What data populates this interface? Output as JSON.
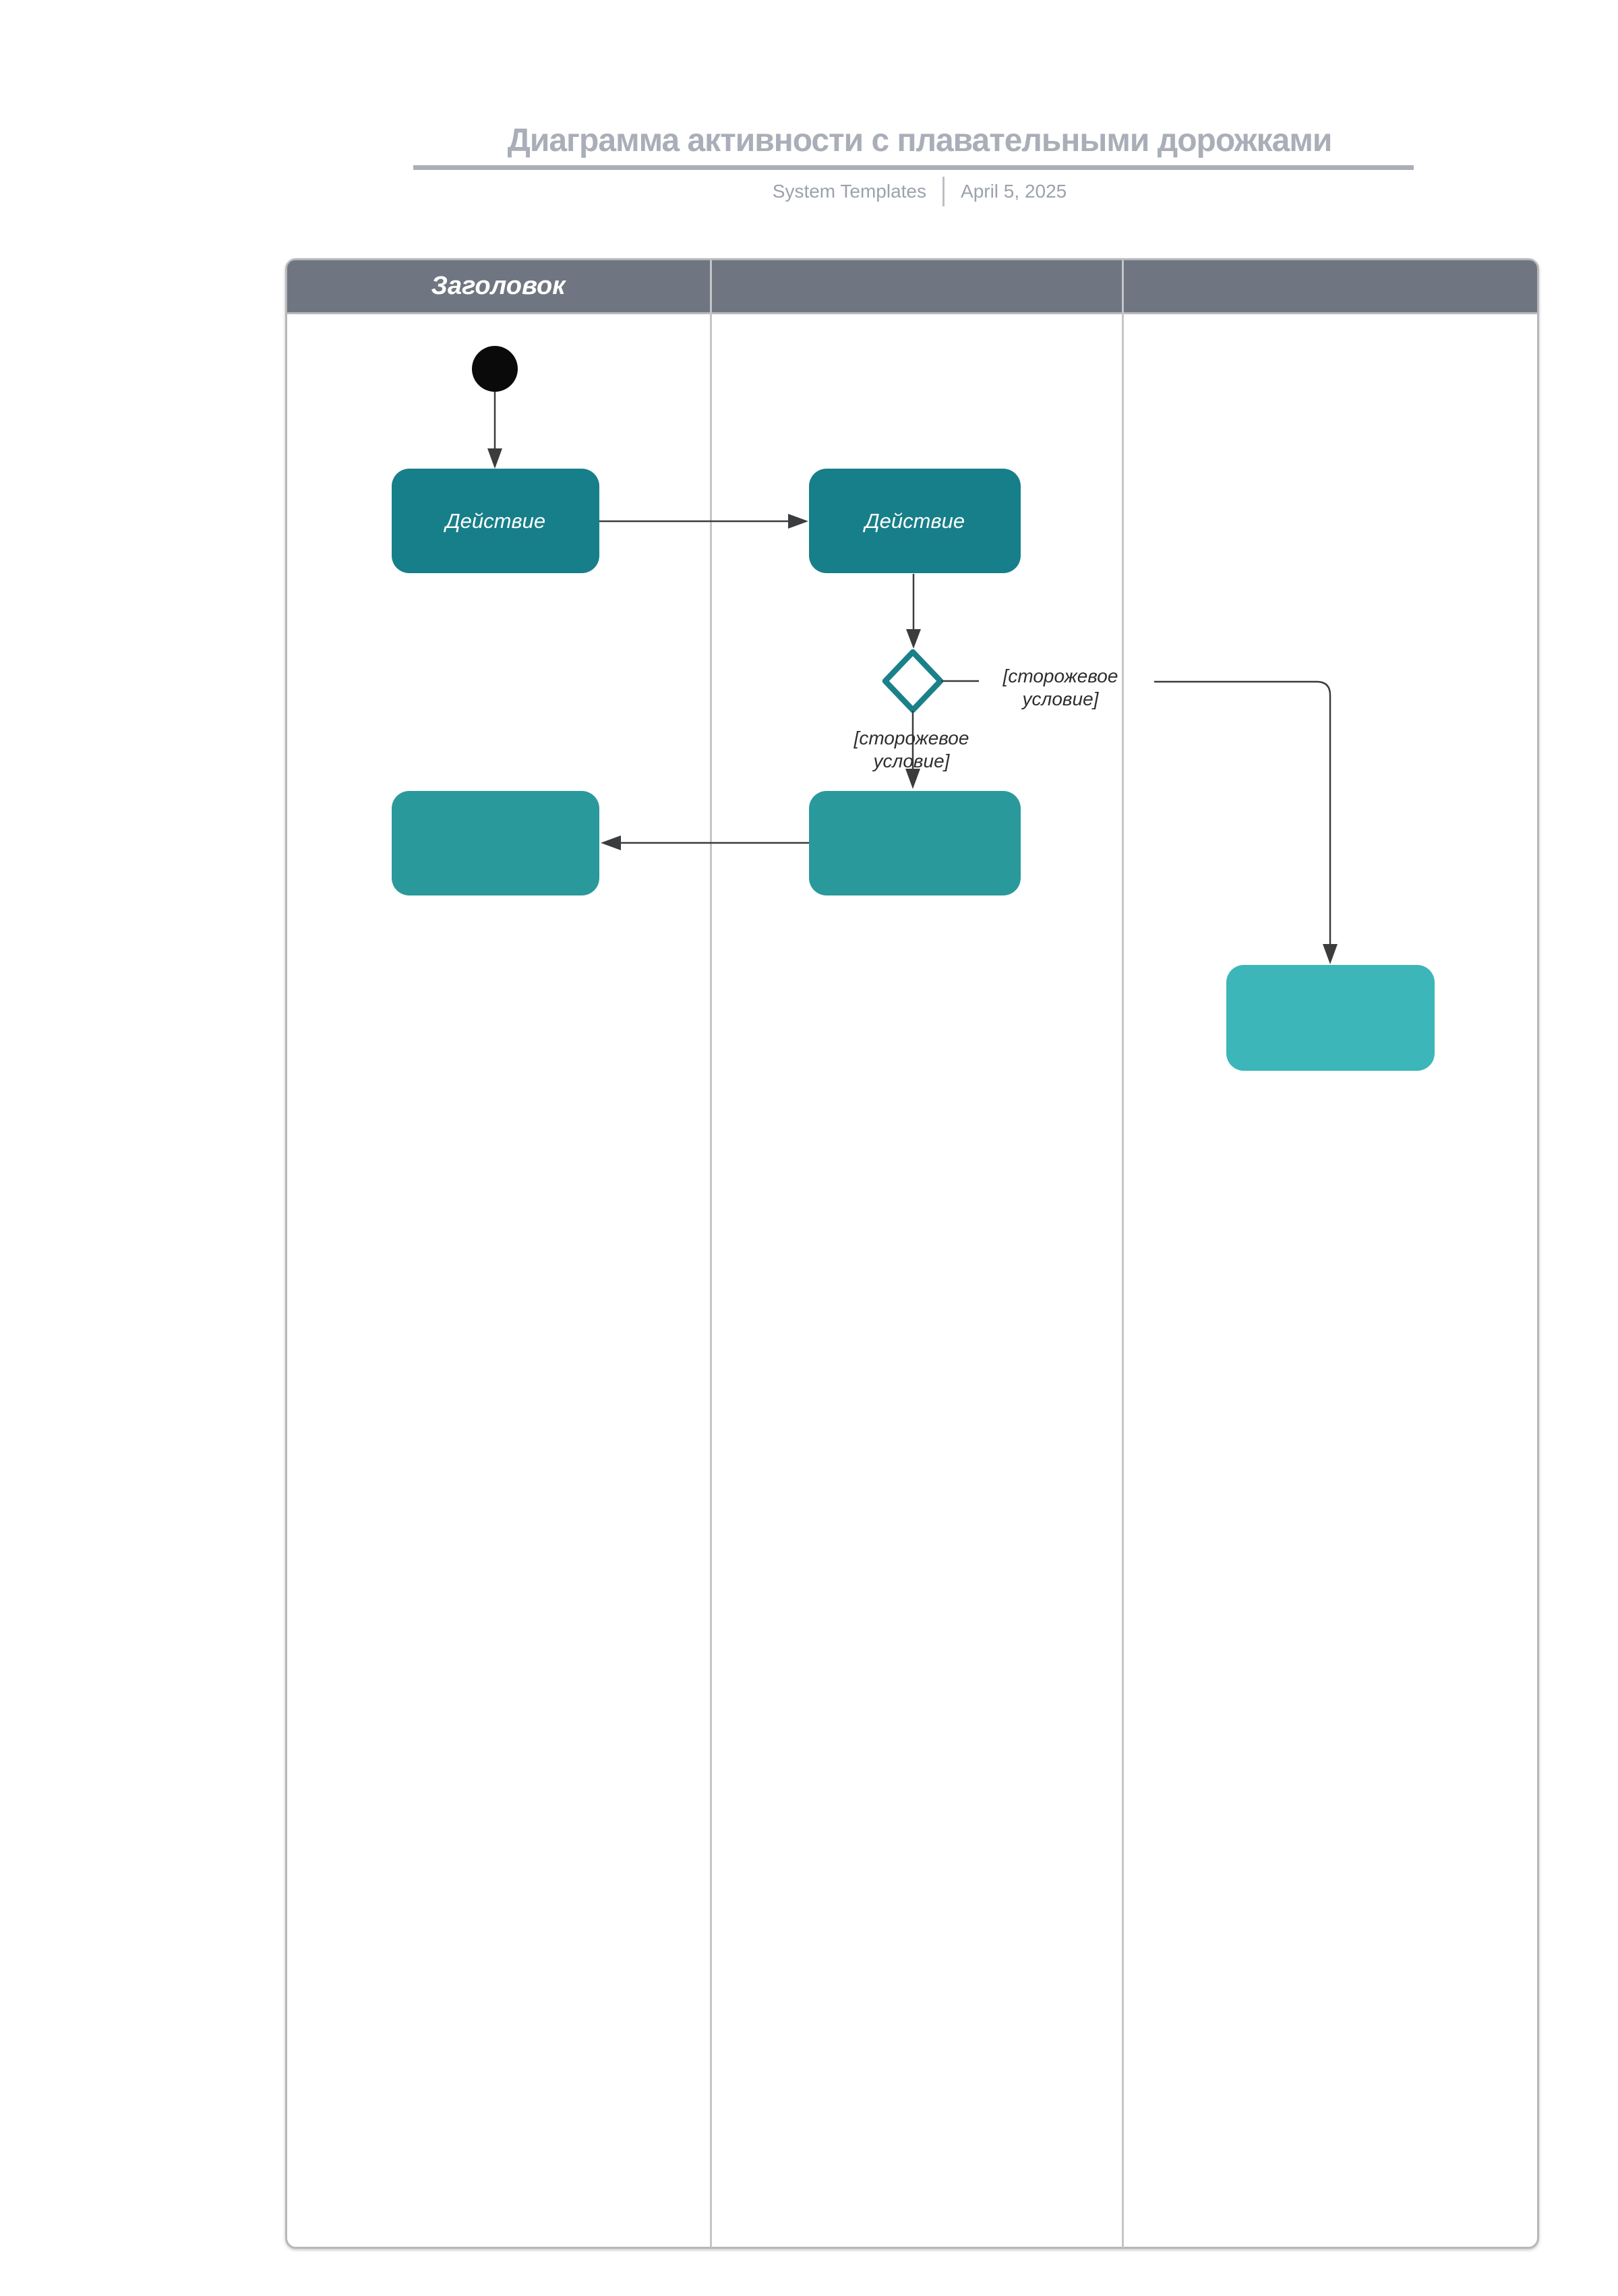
{
  "page": {
    "title": "Диаграмма активности с плавательными дорожками",
    "source": "System Templates",
    "date": "April 5, 2025"
  },
  "swimlanes": {
    "lane_count": 3,
    "header_label": "Заголовок"
  },
  "nodes": {
    "action1_label": "Действие",
    "action2_label": "Действие"
  },
  "labels": {
    "guard_right": "[сторожевое\nусловие]",
    "guard_below": "[сторожевое\nусловие]"
  },
  "colors": {
    "teal_dark": "#177F89",
    "teal_medium": "#2A999C",
    "teal_light": "#3DB6BA",
    "diamond_stroke": "#1A808A",
    "header_fill": "#6F7681",
    "border_grey": "#B6B8BB",
    "divider_grey": "#C3C5C8",
    "line_dark": "#3A3C3E",
    "node_black": "#0A0A0A",
    "title_grey": "#A9AEB8",
    "subtitle_grey": "#9CA2AC",
    "underline_grey": "#ABAFB6",
    "guard_text": "#2E2E30"
  }
}
